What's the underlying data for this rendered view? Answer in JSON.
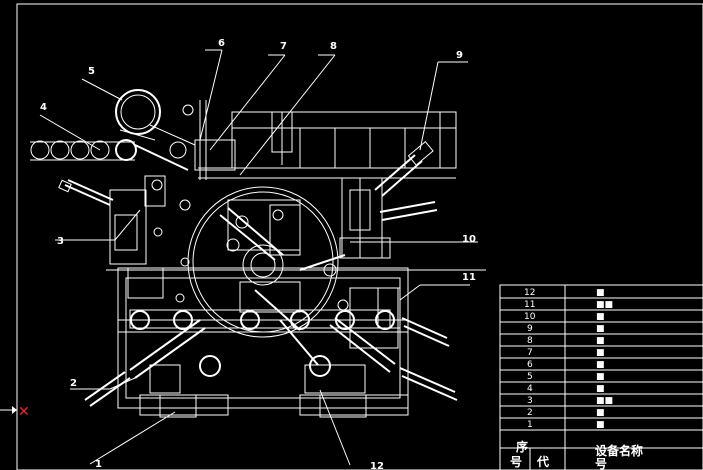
{
  "drawing": {
    "callouts": [
      "1",
      "2",
      "3",
      "4",
      "5",
      "6",
      "7",
      "8",
      "9",
      "10",
      "11",
      "12"
    ],
    "table": {
      "rows": [
        "12",
        "11",
        "10",
        "9",
        "8",
        "7",
        "6",
        "5",
        "4",
        "3",
        "2",
        "1"
      ],
      "header_seq": "序",
      "header_no": "号",
      "header_code": "代",
      "header_name": "设备名称",
      "header_name2": "号",
      "marks": [
        "■",
        "■■",
        "■",
        "■",
        "■",
        "■",
        "■",
        "■",
        "■",
        "■■",
        "■",
        "■"
      ]
    },
    "cursor_marker": "✕"
  }
}
